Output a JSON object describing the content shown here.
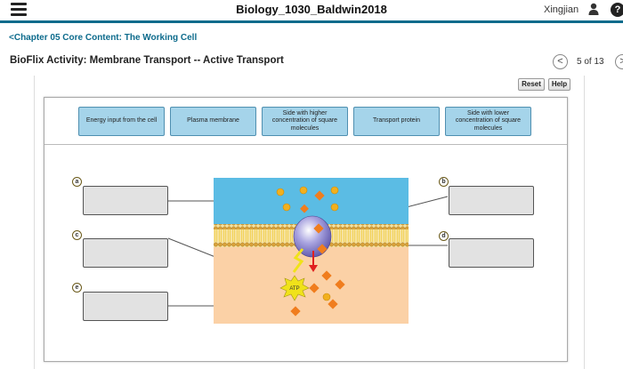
{
  "header": {
    "course_title": "Biology_1030_Baldwin2018",
    "username": "Xingjian",
    "help_glyph": "?"
  },
  "breadcrumb": {
    "label": "Chapter 05 Core Content: The Working Cell",
    "chevron": "<"
  },
  "activity": {
    "title": "BioFlix Activity: Membrane Transport -- Active Transport",
    "page_label": "5 of 13",
    "prev_glyph": "<",
    "next_glyph": ">",
    "reset_label": "Reset",
    "help_label": "Help"
  },
  "labels": [
    "Energy input from the cell",
    "Plasma membrane",
    "Side with higher concentration of square molecules",
    "Transport protein",
    "Side with lower concentration of square molecules"
  ],
  "targets": [
    "a",
    "b",
    "c",
    "d",
    "e"
  ],
  "diagram": {
    "atp_label": "ATP",
    "colors": {
      "outside": "#5bbce4",
      "inside": "#fbd1a6",
      "protein": "#7f79c7",
      "square": "#f07d1e",
      "circle": "#f2b01e",
      "arrow": "#e0201f",
      "chip": "#a5d4ea"
    }
  }
}
